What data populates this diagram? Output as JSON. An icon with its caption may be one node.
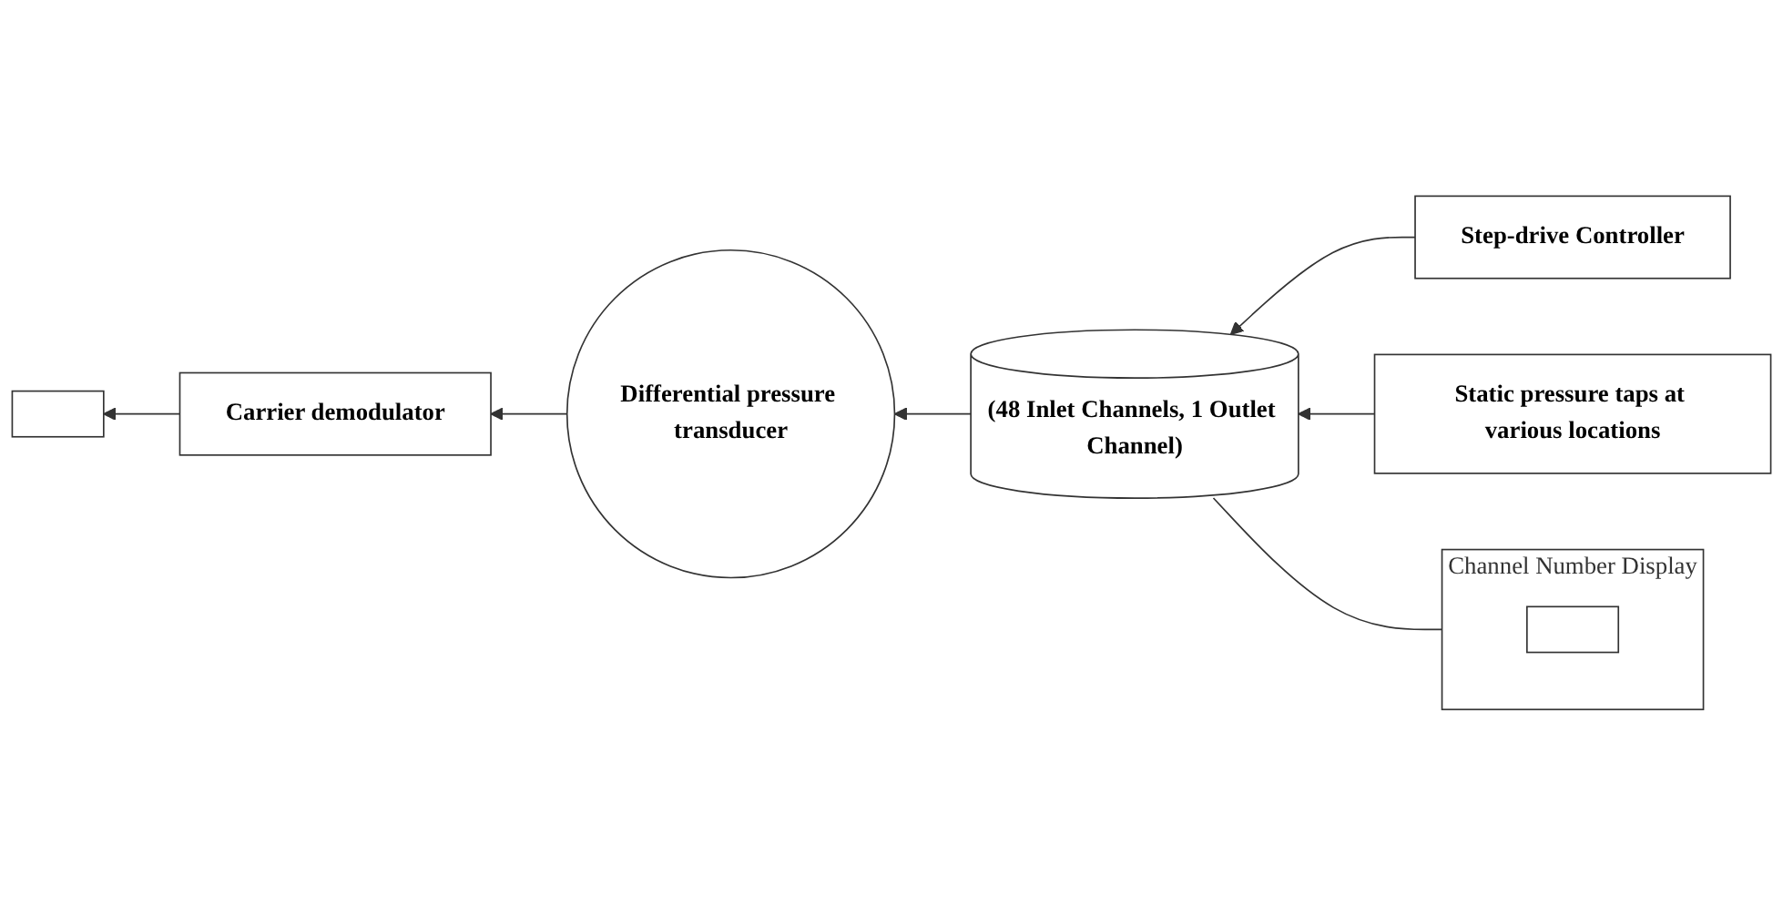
{
  "diagram": {
    "nodes": [
      {
        "text": [],
        "shape": "box"
      },
      {
        "text": [
          "Channel Number Display"
        ]
      },
      {
        "text": [],
        "shape": "box",
        "in": 1
      },
      {
        "text": [
          "Static pressure taps at various locations"
        ]
      },
      {
        "text": [
          "Carrier demodulator"
        ]
      },
      {
        "text": [
          "Differential pressure transducer"
        ]
      },
      {
        "text": [
          "(48 Inlet Channels, 1 Outlet Channel)"
        ]
      },
      {
        "text": [
          "Step-drive Controller"
        ]
      }
    ],
    "edges": [
      {
        "from": 4,
        "to": 0,
        "arrow": "to"
      },
      {
        "from": 5,
        "to": 4,
        "arrow": "to"
      },
      {
        "from": 6,
        "to": 5,
        "arrow": "to"
      },
      {
        "from": 7,
        "to": 6,
        "arrow": "to"
      },
      {
        "from": 3,
        "to": 6,
        "arrow": "to"
      },
      {
        "from": 1,
        "to": 6,
        "arrow": "none"
      }
    ]
  }
}
